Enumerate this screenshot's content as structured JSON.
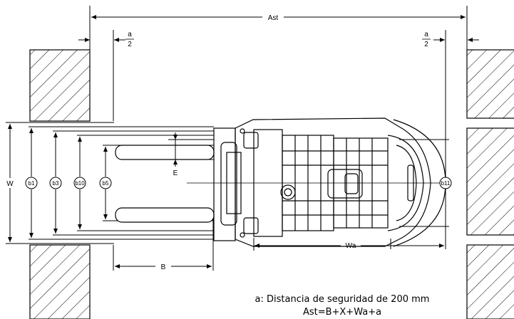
{
  "dimensions": {
    "ast": "Ast",
    "a_num": "a",
    "a_den": "2",
    "w": "W",
    "e": "E",
    "b": "B",
    "wa": "Wa",
    "b1": "b1",
    "b3": "b3",
    "b10": "b10",
    "b5": "b5",
    "b11": "b11"
  },
  "caption": {
    "line1": "a: Distancia de seguridad de 200 mm",
    "line2": "Ast=B+X+Wa+a"
  }
}
